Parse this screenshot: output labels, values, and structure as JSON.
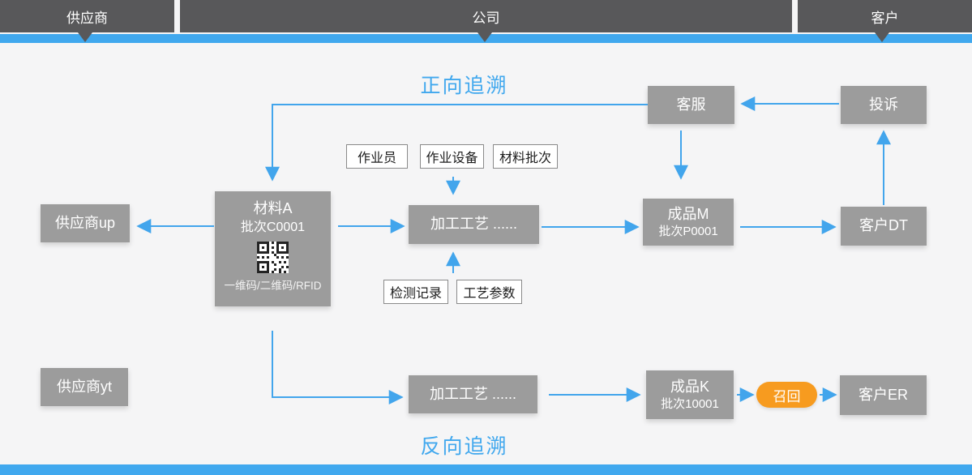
{
  "header": {
    "segments": [
      {
        "label": "供应商"
      },
      {
        "label": "公司"
      },
      {
        "label": "客户"
      }
    ]
  },
  "titles": {
    "forward": "正向追溯",
    "backward": "反向追溯"
  },
  "nodes": {
    "customer_service": {
      "label": "客服"
    },
    "complaint": {
      "label": "投诉"
    },
    "operator_tag": {
      "label": "作业员"
    },
    "equipment_tag": {
      "label": "作业设备"
    },
    "material_batch_tag": {
      "label": "材料批次"
    },
    "inspection_record_tag": {
      "label": "检测记录"
    },
    "process_param_tag": {
      "label": "工艺参数"
    },
    "material_a": {
      "title": "材料A",
      "batch": "批次C0001",
      "codes": "一维码/二维码/RFID",
      "icon": "qr-code"
    },
    "supplier_up": {
      "label": "供应商up"
    },
    "supplier_yt": {
      "label": "供应商yt"
    },
    "process_top": {
      "label": "加工工艺  ......"
    },
    "process_bottom": {
      "label": "加工工艺  ......"
    },
    "product_m": {
      "title": "成品M",
      "batch": "批次P0001"
    },
    "product_k": {
      "title": "成品K",
      "batch": "批次10001"
    },
    "customer_dt": {
      "label": "客户DT"
    },
    "customer_er": {
      "label": "客户ER"
    },
    "recall": {
      "label": "召回"
    }
  },
  "colors": {
    "header_dark": "#58585a",
    "accent_blue": "#40a8ee",
    "arrow_blue": "#42a5ec",
    "node_gray": "#9c9c9c",
    "recall_orange": "#f79b1f",
    "background": "#f5f5f6"
  }
}
